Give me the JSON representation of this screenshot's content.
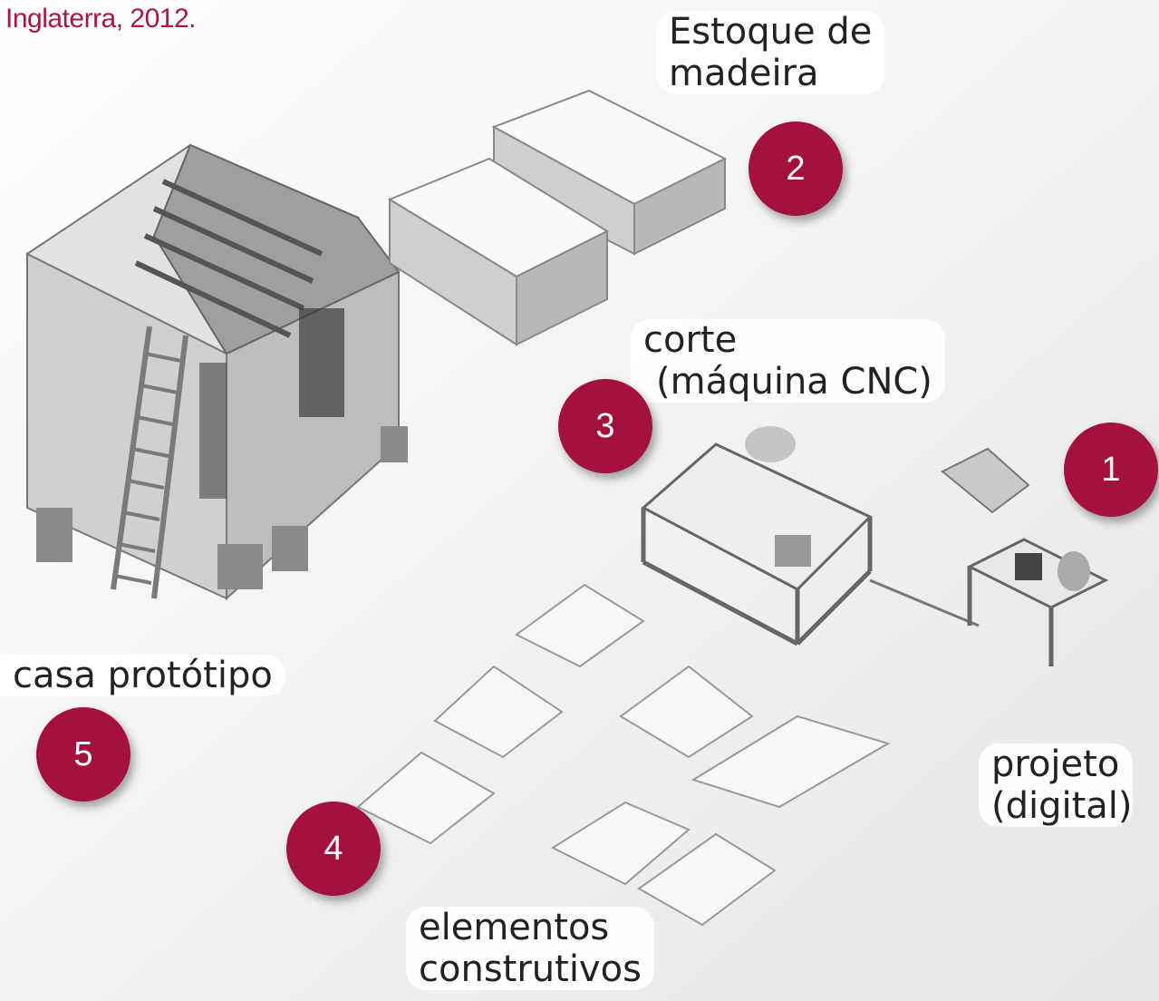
{
  "caption": "Inglaterra, 2012.",
  "steps": [
    {
      "number": "1",
      "label_lines": [
        "projeto",
        "(digital)"
      ]
    },
    {
      "number": "2",
      "label_lines": [
        "Estoque de",
        "madeira"
      ]
    },
    {
      "number": "3",
      "label_lines": [
        "corte",
        "(máquina CNC)"
      ]
    },
    {
      "number": "4",
      "label_lines": [
        "elementos",
        "construtivos"
      ]
    },
    {
      "number": "5",
      "label_lines": [
        "casa protótipo"
      ]
    }
  ],
  "colors": {
    "badge": "#a3113f",
    "caption": "#a8154a",
    "label_text": "#222222"
  }
}
